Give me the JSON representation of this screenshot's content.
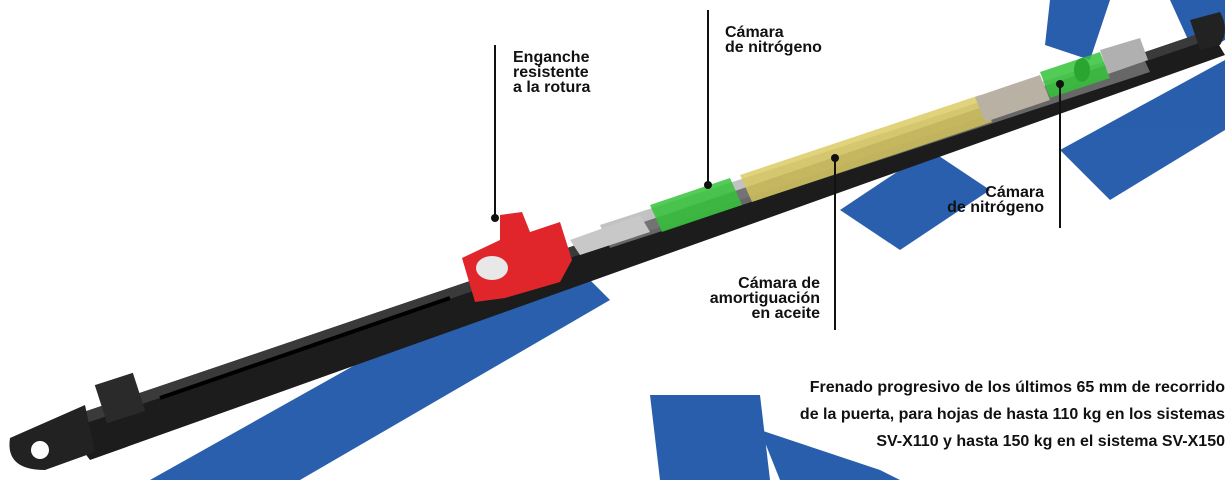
{
  "colors": {
    "watermark": "#1e56a8",
    "rail": "#1c1c1c",
    "hook": "#e0262b",
    "nitrogen_chamber": "#34c23a",
    "oil_chamber": "#d8c85a",
    "metal": "#b9b1a4"
  },
  "labels": {
    "hook": [
      "Enganche",
      "resistente",
      "a la rotura"
    ],
    "nitrogen_top": [
      "Cámara",
      "de nitrógeno"
    ],
    "nitrogen_right": [
      "Cámara",
      "de nitrógeno"
    ],
    "oil": [
      "Cámara de",
      "amortiguación",
      "en aceite"
    ]
  },
  "caption": [
    "Frenado progresivo de los últimos 65 mm de recorrido",
    "de la puerta, para hojas de hasta 110 kg en los sistemas",
    "SV-X110 y hasta 150 kg en el sistema SV-X150"
  ]
}
